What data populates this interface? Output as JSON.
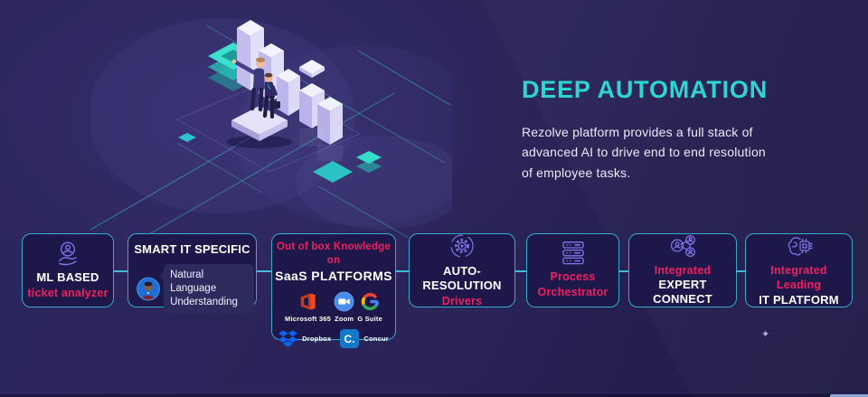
{
  "hero": {
    "title": "DEEP AUTOMATION",
    "description": "Rezolve platform provides a full stack of advanced AI to drive end to end resolution of employee tasks."
  },
  "cards": {
    "ml_based": {
      "icon": "support-user-icon",
      "title": "ML BASED",
      "subtitle": "ticket analyzer"
    },
    "smart_it": {
      "icon": "agent-avatar",
      "title": "SMART IT SPECIFIC",
      "chip_text": "Natural Language Understanding"
    },
    "saas": {
      "heading_accent": "Out of box Knowledge on",
      "heading": "SaaS PLATFORMS",
      "logos": {
        "m365": "Microsoft 365",
        "zoom": "Zoom",
        "gsuite": "G Suite",
        "dropbox": "Dropbox",
        "concur": "Concur",
        "concur_glyph": "C."
      }
    },
    "auto_resolution": {
      "icon": "gear-orbit-icon",
      "title": "AUTO-RESOLUTION",
      "subtitle": "Drivers"
    },
    "process_orchestrator": {
      "icon": "server-stack-icon",
      "title": "Process Orchestrator"
    },
    "expert_connect": {
      "icon": "people-network-icon",
      "accent": "Integrated",
      "title": "EXPERT CONNECT"
    },
    "it_platform": {
      "icon": "ai-brain-chip-icon",
      "accent": "Integrated Leading",
      "title": "IT PLATFORM"
    }
  },
  "decor": {
    "sparkle": "✦"
  },
  "colors": {
    "background": "#2a2458",
    "accent_cyan": "#2ed5d5",
    "accent_pink": "#ee2160",
    "card_bg": "#1d1849",
    "card_border": "#38a9cf",
    "icon_purple": "#8276ea",
    "teal_shapes": "#2fd1c4"
  }
}
